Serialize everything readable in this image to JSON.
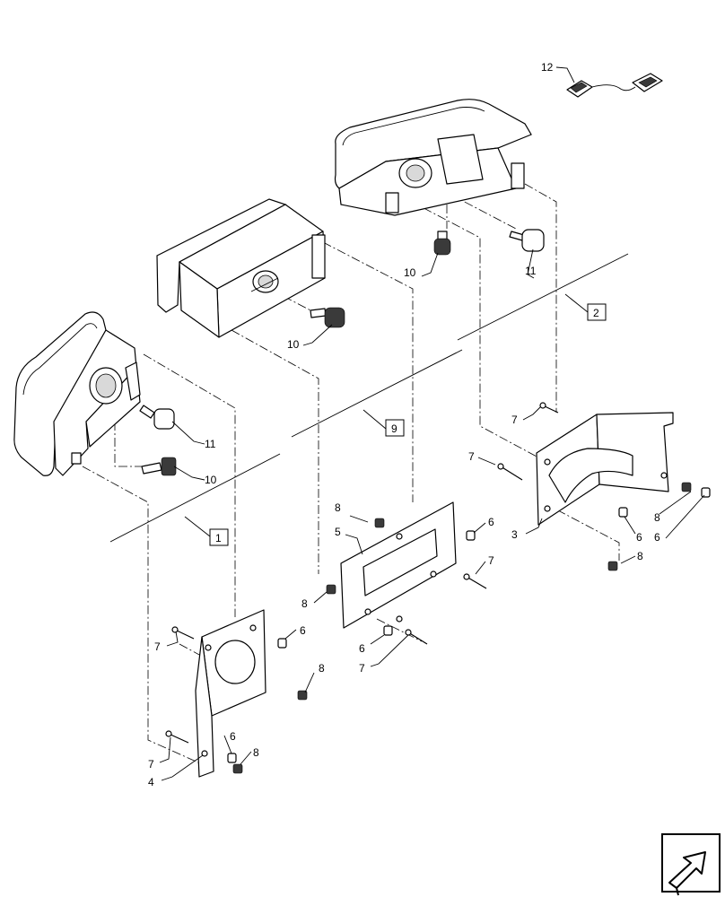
{
  "diagram": {
    "callouts": {
      "item1": "1",
      "item2": "2",
      "item3": "3",
      "item4": "4",
      "item5": "5",
      "item6": "6",
      "item7": "7",
      "item8": "8",
      "item9": "9",
      "item10": "10",
      "item11": "11",
      "item12": "12"
    },
    "nav_icon": "next-page-arrow-icon"
  }
}
